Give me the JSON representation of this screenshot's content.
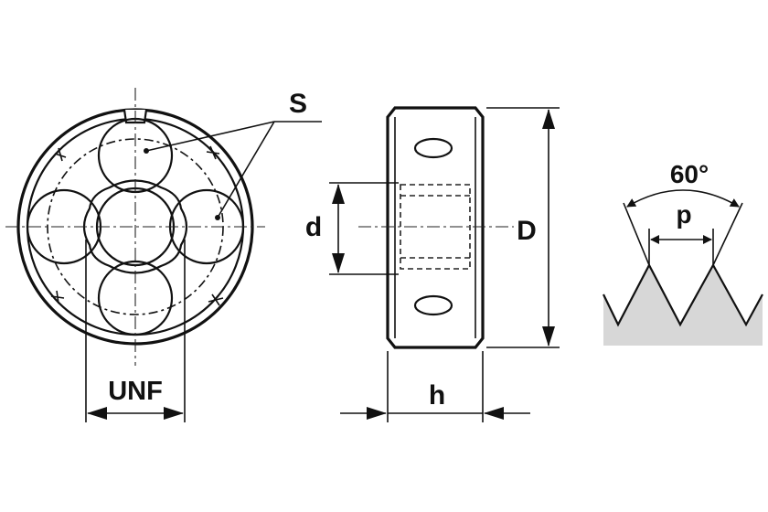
{
  "labels": {
    "s": "S",
    "unf": "UNF",
    "d_small": "d",
    "d_large": "D",
    "h": "h",
    "angle": "60°",
    "p": "p"
  }
}
